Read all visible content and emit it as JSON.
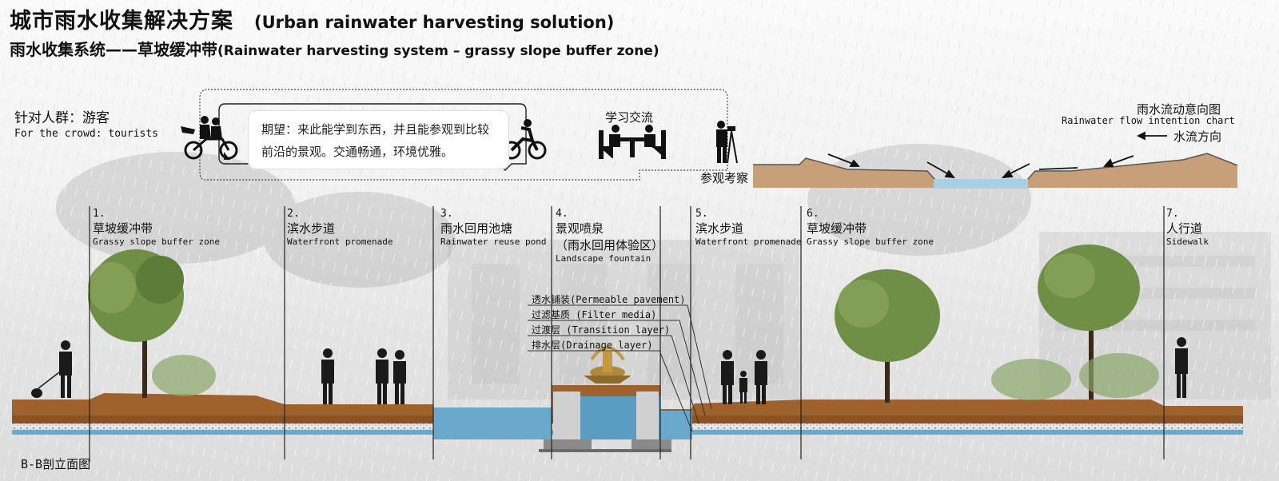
{
  "title": {
    "main_cn": "城市雨水收集解决方案",
    "main_en": "(Urban rainwater harvesting solution)",
    "sub_cn": "雨水收集系统——草坡缓冲带",
    "sub_en": "(Rainwater harvesting system – grassy slope buffer zone)"
  },
  "crowd": {
    "cn": "针对人群：游客",
    "en": "For the crowd: tourists"
  },
  "expectation": {
    "line1": "期望：来此能学到东西，并且能参观到比较",
    "line2": "前沿的景观。交通畅通，环境优雅。"
  },
  "activities": {
    "study": "学习交流",
    "visit": "参观考察"
  },
  "flow_chart": {
    "title_cn": "雨水流动意向图",
    "title_en": "Rainwater flow intention chart",
    "direction": "水流方向"
  },
  "zones": [
    {
      "num": "1.",
      "cn": "草坡缓冲带",
      "en": "Grassy slope buffer zone"
    },
    {
      "num": "2.",
      "cn": "滨水步道",
      "en": "Waterfront promenade"
    },
    {
      "num": "3.",
      "cn": "雨水回用池塘",
      "en": "Rainwater reuse pond"
    },
    {
      "num": "4.",
      "cn": "景观喷泉",
      "cn2": "（雨水回用体验区）",
      "en": "Landscape fountain"
    },
    {
      "num": "5.",
      "cn": "滨水步道",
      "en": "Waterfront promenade"
    },
    {
      "num": "6.",
      "cn": "草坡缓冲带",
      "en": "Grassy slope buffer zone"
    },
    {
      "num": "7.",
      "cn": "人行道",
      "en": "Sidewalk"
    }
  ],
  "layers": [
    "透水铺装(Permeable pavement)",
    "过滤基质 (Filter media)",
    "过渡层 (Transition layer)",
    "排水层(Drainage layer)"
  ],
  "caption": "B-B剖立面图",
  "colors": {
    "soil": "#a0622d",
    "soil_dark": "#7a4a22",
    "water": "#6aa9cc",
    "gravel": "#cfcfcf",
    "tree": "#6f8f46",
    "silhouette": "#1a1a1a",
    "line": "#222222"
  },
  "icons": [
    "motorcycle-riders-icon",
    "cyclist-icon",
    "study-table-icon",
    "surveyor-icon",
    "arrow-left-icon"
  ]
}
